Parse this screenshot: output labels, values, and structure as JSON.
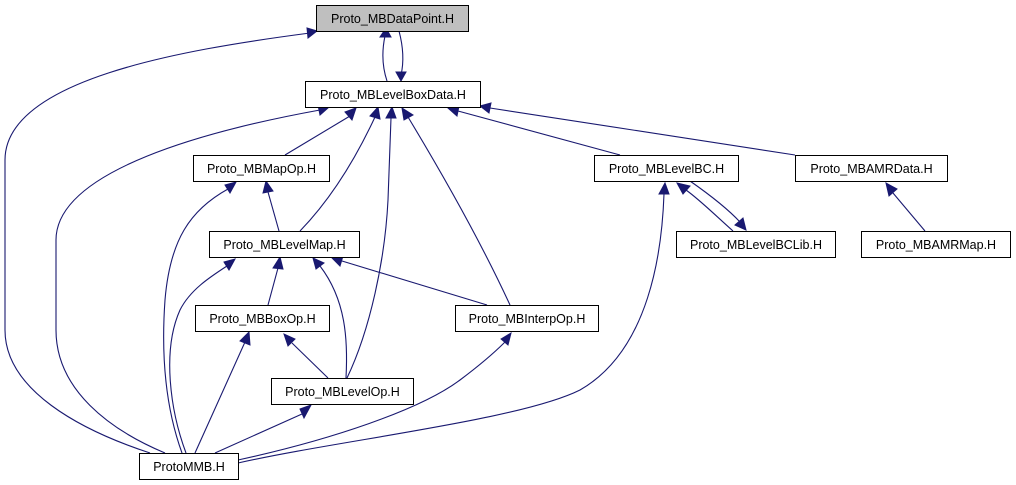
{
  "diagram": {
    "type": "include-dependency-graph",
    "colors": {
      "edge": "#191970",
      "node_border": "#000000",
      "root_fill": "#bfbfbf",
      "node_fill": "#ffffff"
    },
    "nodes": [
      {
        "id": "datapoint",
        "label": "Proto_MBDataPoint.H",
        "root": true
      },
      {
        "id": "levelboxdata",
        "label": "Proto_MBLevelBoxData.H"
      },
      {
        "id": "mapop",
        "label": "Proto_MBMapOp.H"
      },
      {
        "id": "levelbc",
        "label": "Proto_MBLevelBC.H"
      },
      {
        "id": "amrdata",
        "label": "Proto_MBAMRData.H"
      },
      {
        "id": "levelmap",
        "label": "Proto_MBLevelMap.H"
      },
      {
        "id": "levelbclib",
        "label": "Proto_MBLevelBCLib.H"
      },
      {
        "id": "amrmap",
        "label": "Proto_MBAMRMap.H"
      },
      {
        "id": "boxop",
        "label": "Proto_MBBoxOp.H"
      },
      {
        "id": "interpop",
        "label": "Proto_MBInterpOp.H"
      },
      {
        "id": "levelop",
        "label": "Proto_MBLevelOp.H"
      },
      {
        "id": "protommb",
        "label": "ProtoMMB.H"
      }
    ],
    "edges": [
      {
        "from": "levelboxdata",
        "to": "datapoint"
      },
      {
        "from": "datapoint",
        "to": "levelboxdata"
      },
      {
        "from": "protommb",
        "to": "datapoint"
      },
      {
        "from": "mapop",
        "to": "levelboxdata"
      },
      {
        "from": "levelmap",
        "to": "levelboxdata"
      },
      {
        "from": "levelop",
        "to": "levelboxdata"
      },
      {
        "from": "interpop",
        "to": "levelboxdata"
      },
      {
        "from": "levelbc",
        "to": "levelboxdata"
      },
      {
        "from": "amrdata",
        "to": "levelboxdata"
      },
      {
        "from": "protommb",
        "to": "levelboxdata"
      },
      {
        "from": "levelmap",
        "to": "mapop"
      },
      {
        "from": "protommb",
        "to": "mapop"
      },
      {
        "from": "levelbclib",
        "to": "levelbc"
      },
      {
        "from": "levelbc",
        "to": "levelbclib"
      },
      {
        "from": "protommb",
        "to": "levelbc"
      },
      {
        "from": "amrmap",
        "to": "amrdata"
      },
      {
        "from": "boxop",
        "to": "levelmap"
      },
      {
        "from": "levelop",
        "to": "levelmap"
      },
      {
        "from": "interpop",
        "to": "levelmap"
      },
      {
        "from": "protommb",
        "to": "levelmap"
      },
      {
        "from": "levelop",
        "to": "boxop"
      },
      {
        "from": "protommb",
        "to": "boxop"
      },
      {
        "from": "protommb",
        "to": "interpop"
      },
      {
        "from": "protommb",
        "to": "levelop"
      }
    ]
  }
}
